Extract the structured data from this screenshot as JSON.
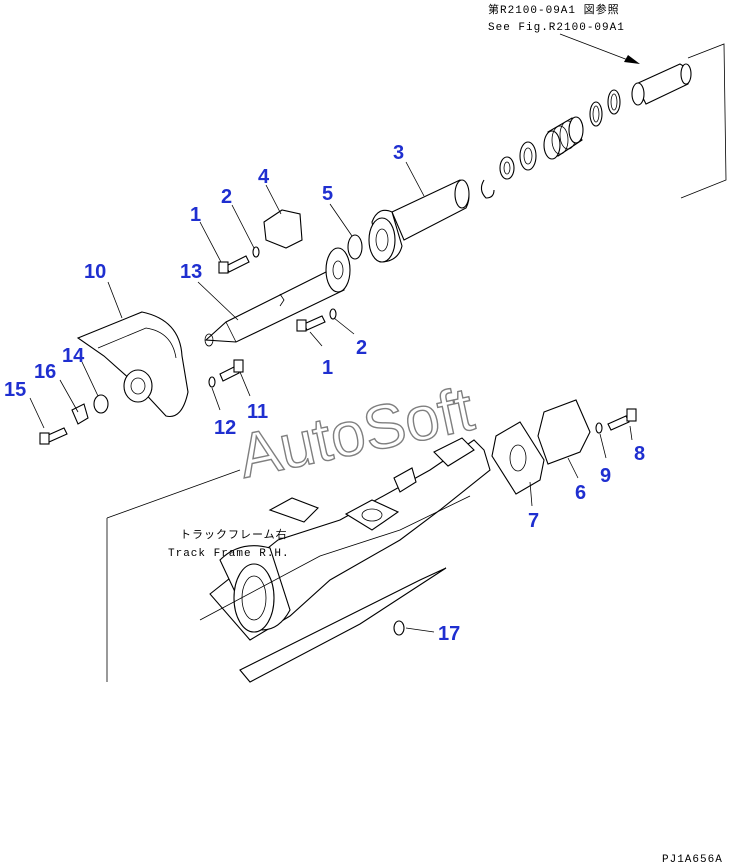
{
  "reference_note": {
    "japanese": "第R2100-09A1 図参照",
    "english": "See Fig.R2100-09A1"
  },
  "track_frame_label": {
    "japanese": "トラックフレーム右",
    "english": "Track Frame R.H."
  },
  "watermark": "AutoSoft",
  "drawing_code": "PJ1A656A",
  "callouts": {
    "c1a": "1",
    "c2a": "2",
    "c4": "4",
    "c5": "5",
    "c3": "3",
    "c10": "10",
    "c13": "13",
    "c1b": "1",
    "c2b": "2",
    "c16": "16",
    "c14": "14",
    "c15": "15",
    "c12": "12",
    "c11": "11",
    "c9": "9",
    "c8": "8",
    "c6": "6",
    "c7": "7",
    "c17": "17"
  },
  "colors": {
    "callout": "#1f2fd0",
    "line": "#000000",
    "background": "#ffffff"
  }
}
